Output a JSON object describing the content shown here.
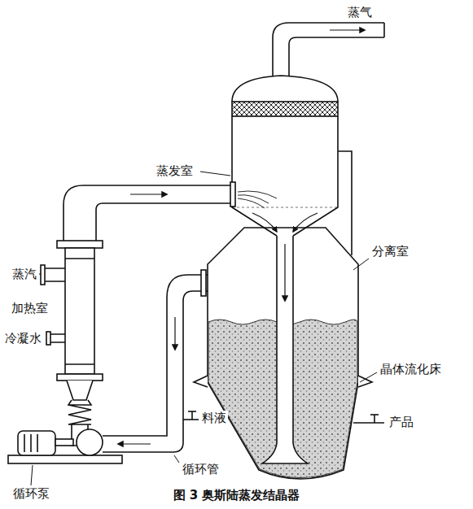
{
  "diagram": {
    "caption": "图 3 奥斯陆蒸发结晶器",
    "labels": [
      "蒸气",
      "蒸发室",
      "蒸汽",
      "分离室",
      "加热室",
      "冷凝水",
      "晶体流化床",
      "料液",
      "产品",
      "循环管",
      "循环泵"
    ]
  }
}
